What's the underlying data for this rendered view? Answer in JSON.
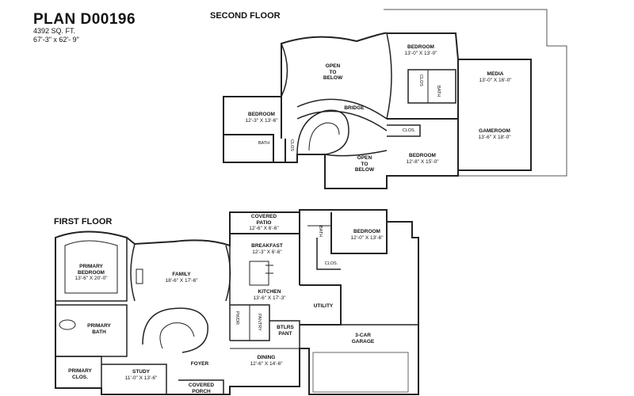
{
  "header": {
    "plan_name": "PLAN D00196",
    "sqft": "4392 SQ. FT.",
    "dimensions": "67'-3\" x 62'- 9\""
  },
  "second_floor": {
    "title": "SECOND FLOOR",
    "rooms": {
      "open_to_below_top": {
        "name": "OPEN\nTO\nBELOW"
      },
      "bedroom_1": {
        "name": "BEDROOM",
        "dims": "13'-0\" X 13'-0\""
      },
      "media": {
        "name": "MEDIA",
        "dims": "13'-0\" X 16'-0\""
      },
      "bedroom_2": {
        "name": "BEDROOM",
        "dims": "12'-3\" X 13'-6\""
      },
      "bridge": {
        "name": "BRIDGE"
      },
      "bath": {
        "name": "BATH"
      },
      "clos_left": {
        "name": "CLOS"
      },
      "clos_top": {
        "name": "CLOS"
      },
      "bath_right": {
        "name": "BATH"
      },
      "clos_mid": {
        "name": "CLOS."
      },
      "gameroom": {
        "name": "GAMEROOM",
        "dims": "13'-6\" X 18'-0\""
      },
      "bedroom_3": {
        "name": "BEDROOM",
        "dims": "12'-8\" X 15'-0\""
      },
      "open_to_below_bottom": {
        "name": "OPEN\nTO\nBELOW"
      }
    }
  },
  "first_floor": {
    "title": "FIRST FLOOR",
    "rooms": {
      "covered_patio": {
        "name": "COVERED\nPATIO",
        "dims": "12'-6\" X 6'-6\""
      },
      "breakfast": {
        "name": "BREAKFAST",
        "dims": "12'-3\" X 6'-6\""
      },
      "bath": {
        "name": "BATH"
      },
      "bedroom": {
        "name": "BEDROOM",
        "dims": "12'-0\" X 13'-6\""
      },
      "clos": {
        "name": "CLOS."
      },
      "primary_bedroom": {
        "name": "PRIMARY\nBEDROOM",
        "dims": "13'-6\" X 20'-0\""
      },
      "family": {
        "name": "FAMILY",
        "dims": "18'-6\" X 17'-6\""
      },
      "kitchen": {
        "name": "KITCHEN",
        "dims": "13'-6\" X 17'-3\""
      },
      "utility": {
        "name": "UTILITY"
      },
      "primary_bath": {
        "name": "PRIMARY\nBATH"
      },
      "pwdr": {
        "name": "PWDR"
      },
      "pantry": {
        "name": "PANTRY"
      },
      "btlrs_pant": {
        "name": "BTLRS\nPANT"
      },
      "garage": {
        "name": "3-CAR\nGARAGE"
      },
      "primary_clos": {
        "name": "PRIMARY\nCLOS."
      },
      "study": {
        "name": "STUDY",
        "dims": "11'-0\" X 13'-6\""
      },
      "foyer": {
        "name": "FOYER"
      },
      "dining": {
        "name": "DINING",
        "dims": "12'-6\" X 14'-6\""
      },
      "covered_porch": {
        "name": "COVERED\nPORCH"
      }
    }
  }
}
